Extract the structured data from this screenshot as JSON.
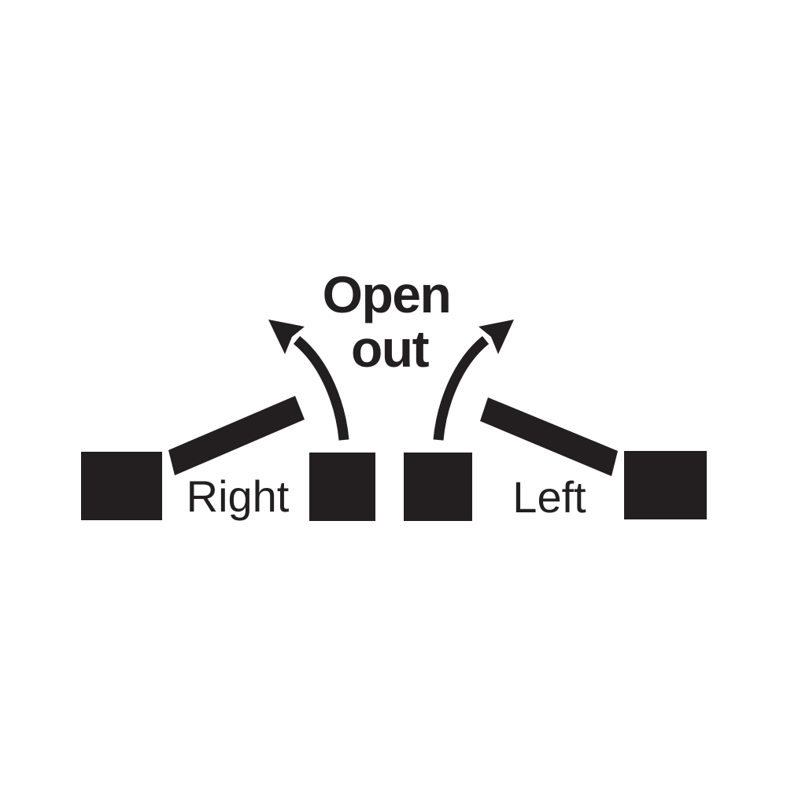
{
  "title": {
    "line1": "Open",
    "line2": "out"
  },
  "doors": [
    {
      "label": "Right",
      "position": "left-of-center",
      "swing": "open-out"
    },
    {
      "label": "Left",
      "position": "right-of-center",
      "swing": "open-out"
    }
  ],
  "icons": {
    "left_arrow": "curved-swing-arrow-up-left",
    "right_arrow": "curved-swing-arrow-up-right"
  },
  "colors": {
    "ink": "#231f20",
    "background": "#ffffff"
  }
}
